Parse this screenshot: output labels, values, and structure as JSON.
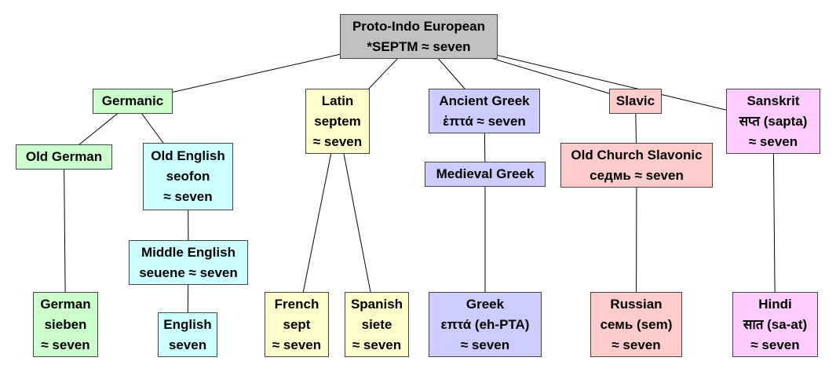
{
  "colors": {
    "gray": "#c0c0c0",
    "green": "#ccffcc",
    "cyan": "#ccffff",
    "yellow": "#ffffcc",
    "blue": "#ccccff",
    "pink": "#ffcccc",
    "magenta": "#ffccff"
  },
  "nodes": {
    "pie": {
      "lines": [
        "Proto-Indo European",
        "*SEPTM ≈ seven"
      ],
      "color": "gray"
    },
    "germanic": {
      "lines": [
        "Germanic"
      ],
      "color": "green"
    },
    "oldgerman": {
      "lines": [
        "Old German"
      ],
      "color": "green"
    },
    "german": {
      "lines": [
        "German",
        "sieben",
        "≈ seven"
      ],
      "color": "green"
    },
    "oldenglish": {
      "lines": [
        "Old English",
        "seofon",
        "≈ seven"
      ],
      "color": "cyan"
    },
    "midenglish": {
      "lines": [
        "Middle English",
        "seuene ≈ seven"
      ],
      "color": "cyan"
    },
    "english": {
      "lines": [
        "English",
        "seven"
      ],
      "color": "cyan"
    },
    "latin": {
      "lines": [
        "Latin",
        "septem",
        "≈ seven"
      ],
      "color": "yellow"
    },
    "french": {
      "lines": [
        "French",
        "sept",
        "≈ seven"
      ],
      "color": "yellow"
    },
    "spanish": {
      "lines": [
        "Spanish",
        "siete",
        "≈ seven"
      ],
      "color": "yellow"
    },
    "ancgreek": {
      "lines": [
        "Ancient Greek",
        "ἑπτά ≈ seven"
      ],
      "color": "blue"
    },
    "medgreek": {
      "lines": [
        "Medieval Greek"
      ],
      "color": "blue"
    },
    "greek": {
      "lines": [
        "Greek",
        "επτά (eh-PTA)",
        "≈ seven"
      ],
      "color": "blue"
    },
    "slavic": {
      "lines": [
        "Slavic"
      ],
      "color": "pink"
    },
    "ocslavonic": {
      "lines": [
        "Old Church Slavonic",
        "седмь ≈ seven"
      ],
      "color": "pink"
    },
    "russian": {
      "lines": [
        "Russian",
        "семь (sem)",
        "≈ seven"
      ],
      "color": "pink"
    },
    "sanskrit": {
      "lines": [
        "Sanskrit",
        "सप्त (sapta)",
        "≈ seven"
      ],
      "color": "magenta"
    },
    "hindi": {
      "lines": [
        "Hindi",
        "सात (sa-at)",
        "≈ seven"
      ],
      "color": "magenta"
    }
  },
  "edges": [
    [
      "pie",
      "germanic"
    ],
    [
      "pie",
      "latin"
    ],
    [
      "pie",
      "ancgreek"
    ],
    [
      "pie",
      "slavic"
    ],
    [
      "pie",
      "sanskrit"
    ],
    [
      "germanic",
      "oldgerman"
    ],
    [
      "germanic",
      "oldenglish"
    ],
    [
      "oldgerman",
      "german"
    ],
    [
      "oldenglish",
      "midenglish"
    ],
    [
      "midenglish",
      "english"
    ],
    [
      "latin",
      "french"
    ],
    [
      "latin",
      "spanish"
    ],
    [
      "ancgreek",
      "medgreek"
    ],
    [
      "medgreek",
      "greek"
    ],
    [
      "slavic",
      "ocslavonic"
    ],
    [
      "ocslavonic",
      "russian"
    ],
    [
      "sanskrit",
      "hindi"
    ]
  ]
}
